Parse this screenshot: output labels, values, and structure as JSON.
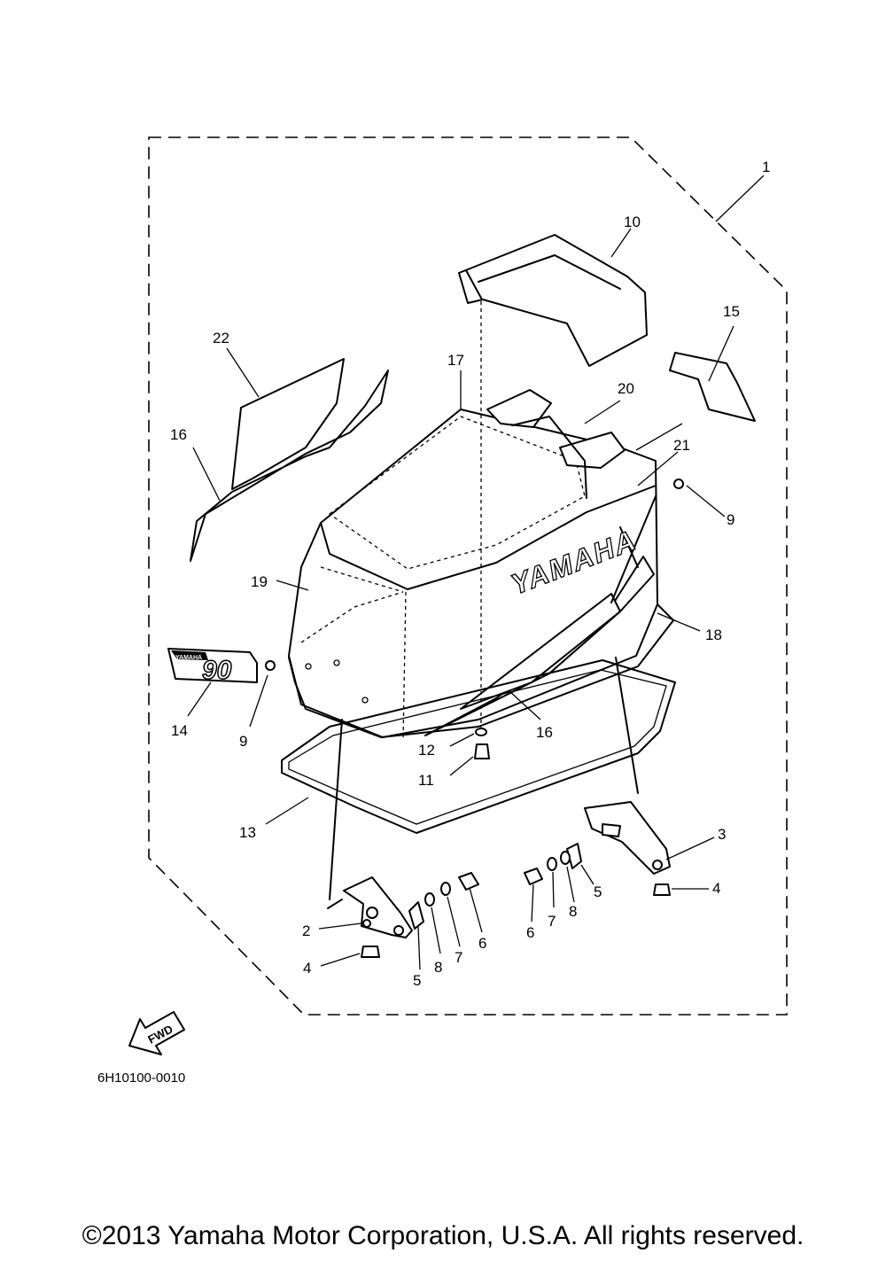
{
  "callouts": {
    "c1": "1",
    "c2": "2",
    "c3": "3",
    "c4a": "4",
    "c4b": "4",
    "c5a": "5",
    "c5b": "5",
    "c6a": "6",
    "c6b": "6",
    "c7a": "7",
    "c7b": "7",
    "c8a": "8",
    "c8b": "8",
    "c9a": "9",
    "c9b": "9",
    "c10": "10",
    "c11": "11",
    "c12": "12",
    "c13": "13",
    "c14": "14",
    "c15": "15",
    "c16a": "16",
    "c16b": "16",
    "c17": "17",
    "c18": "18",
    "c19": "19",
    "c20": "20",
    "c21": "21",
    "c22": "22"
  },
  "cowl_logo_text": "YAMAHA",
  "emblem_brand": "YAMAHA",
  "emblem_number": "90",
  "fwd_label": "FWD",
  "doc_code": "6H10100-0010",
  "copyright": "©2013 Yamaha Motor Corporation, U.S.A. All rights reserved."
}
